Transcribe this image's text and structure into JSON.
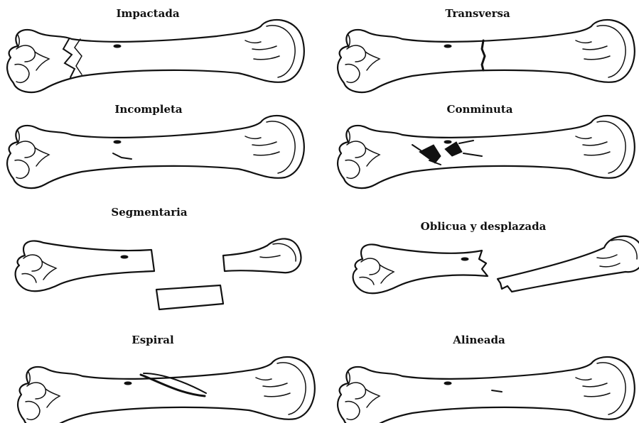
{
  "figure": {
    "panels": [
      {
        "id": "impactada",
        "caption": "Impactada"
      },
      {
        "id": "transversa",
        "caption": "Transversa"
      },
      {
        "id": "incompleta",
        "caption": "Incompleta"
      },
      {
        "id": "conminuta",
        "caption": "Conminuta"
      },
      {
        "id": "segmentaria",
        "caption": "Segmentaria"
      },
      {
        "id": "oblicua",
        "caption": "Oblicua y desplazada"
      },
      {
        "id": "espiral",
        "caption": "Espiral"
      },
      {
        "id": "alineada",
        "caption": "Alineada"
      }
    ]
  }
}
